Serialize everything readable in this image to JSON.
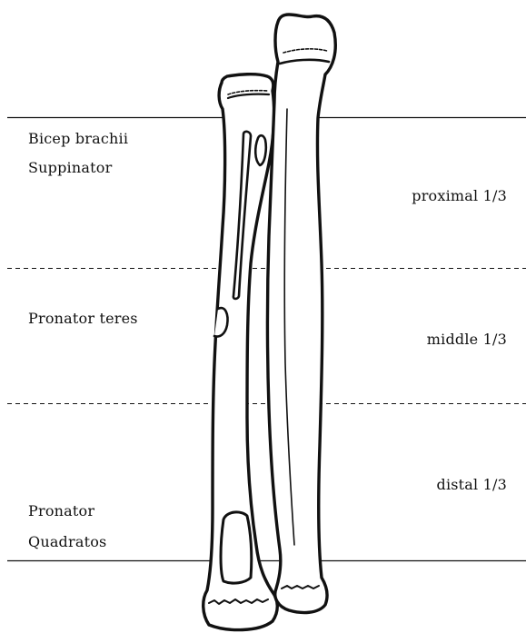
{
  "muscles": {
    "proximal": [
      "Bicep brachii",
      "Suppinator"
    ],
    "middle": "Pronator teres",
    "distal": [
      "Pronator",
      "Quadratos"
    ]
  },
  "zones": {
    "proximal": "proximal 1/3",
    "middle": "middle 1/3",
    "distal": "distal 1/3"
  }
}
